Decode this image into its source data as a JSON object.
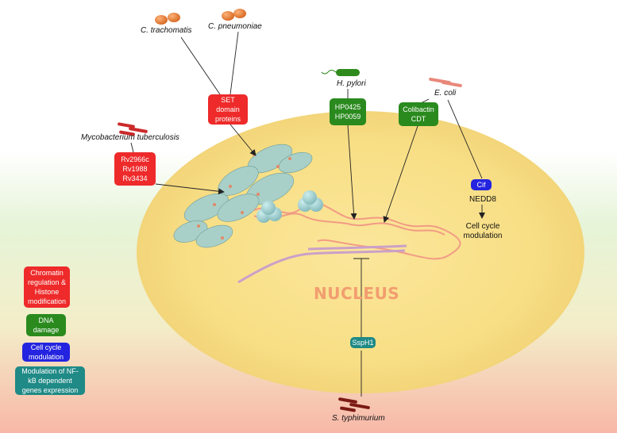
{
  "organisms": {
    "c_trachomatis": "C. trachomatis",
    "c_pneumoniae": "C. pneumoniae",
    "h_pylori": "H. pylori",
    "e_coli": "E. coli",
    "mycobacterium": "Mycobacterium tuberculosis",
    "s_typhimurium": "S. typhimurium"
  },
  "effectors": {
    "set_domain": [
      "SET",
      "domain",
      "proteins"
    ],
    "mycobacterium": [
      "Rv2966c",
      "Rv1988",
      "Rv3434"
    ],
    "h_pylori": [
      "HP0425",
      "HP0059"
    ],
    "e_coli_genotoxin": [
      "Colibactin",
      "CDT"
    ],
    "cif": "Cif",
    "ssph1": "SspH1"
  },
  "targets": {
    "nedd8": "NEDD8",
    "cell_cycle": [
      "Cell cycle",
      "modulation"
    ]
  },
  "nucleus_label": "NUCLEUS",
  "legend": [
    {
      "lines": [
        "Chromatin",
        "regulation &",
        "Histone",
        "modification"
      ],
      "color": "#ee2a2a"
    },
    {
      "lines": [
        "DNA",
        "damage"
      ],
      "color": "#2a8a1e"
    },
    {
      "lines": [
        "Cell cycle",
        "modulation"
      ],
      "color": "#2424e0"
    },
    {
      "lines": [
        "Modulation of NF-",
        "kB dependent",
        "genes expression"
      ],
      "color": "#1f8a86"
    }
  ],
  "colors": {
    "chromatin_regulation": "#ee2a2a",
    "dna_damage": "#2a8a1e",
    "cell_cycle": "#2424e0",
    "nfkb": "#1f8a86",
    "nucleus_fill": "#f8e08a",
    "nucleus_text": "#f29d6f",
    "dna": "#f29b85"
  },
  "icons": [
    "bacterium-icon",
    "chromatin-icon",
    "nucleosome-icon",
    "dna-helix-icon"
  ]
}
